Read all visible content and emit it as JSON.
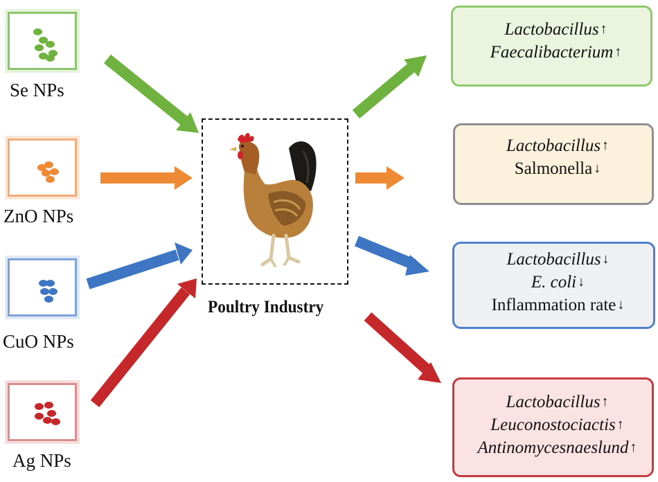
{
  "inputs": [
    {
      "label": "Se NPs",
      "color": "#6fb23f",
      "border": "#8cc56b",
      "glow": "#e5f3da"
    },
    {
      "label": "ZnO NPs",
      "color": "#ee8a36",
      "border": "#f1ac7c",
      "glow": "#fde7d6"
    },
    {
      "label": "CuO NPs",
      "color": "#3f76c3",
      "border": "#7da3d9",
      "glow": "#dfe9f7"
    },
    {
      "label": "Ag NPs",
      "color": "#c5282b",
      "border": "#de8d8d",
      "glow": "#f7dede"
    }
  ],
  "center": {
    "label": "Poultry Industry"
  },
  "outputs": [
    {
      "lines": [
        {
          "text": "Lactobacillus",
          "italic": true,
          "arrow": "↑"
        },
        {
          "text": "Faecalibacterium",
          "italic": true,
          "arrow": "↑"
        }
      ],
      "border": "#8ec96b",
      "bg": "#eaf4de"
    },
    {
      "lines": [
        {
          "text": "Lactobacillus",
          "italic": true,
          "arrow": "↑"
        },
        {
          "text": "Salmonella",
          "italic": false,
          "arrow": "↓"
        }
      ],
      "border": "#8e8e8e",
      "bg": "#fcf1dd"
    },
    {
      "lines": [
        {
          "text": "Lactobacillus",
          "italic": true,
          "arrow": "↓"
        },
        {
          "text": "E. coli",
          "italic": true,
          "arrow": "↓"
        },
        {
          "text": "Inflammation rate",
          "italic": false,
          "arrow": "↓"
        }
      ],
      "border": "#4f7fca",
      "bg": "#eff0f4"
    },
    {
      "lines": [
        {
          "text": "Lactobacillus",
          "italic": true,
          "arrow": "↑"
        },
        {
          "text": "Leuconostociactis",
          "italic": true,
          "arrow": "↑"
        },
        {
          "text": "Antinomycesnaeslund",
          "italic": true,
          "arrow": "↑"
        }
      ],
      "border": "#c53a3e",
      "bg": "#fbe3e3"
    }
  ]
}
